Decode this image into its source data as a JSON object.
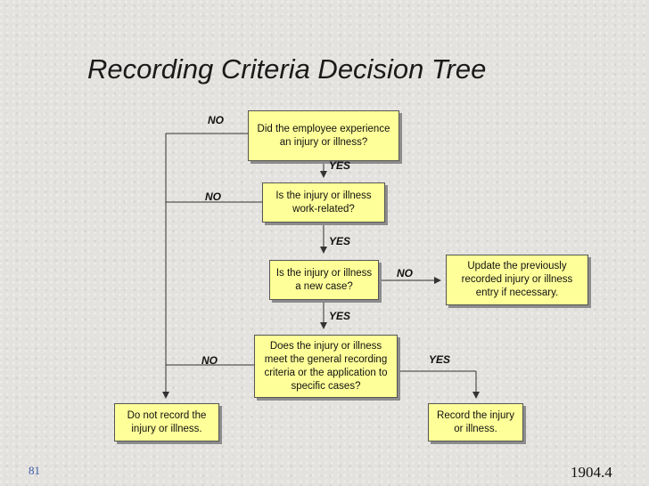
{
  "title": "Recording Criteria Decision Tree",
  "nodes": {
    "q1": "Did the employee experience an injury or illness?",
    "q2": "Is the injury or illness work-related?",
    "q3": "Is the injury or illness a new case?",
    "q4": "Does the injury or illness meet the general recording criteria or the application to specific cases?",
    "update": "Update the previously recorded injury or illness entry if necessary.",
    "no_record": "Do not record the injury or illness.",
    "record": "Record the injury or illness."
  },
  "labels": {
    "no1": "NO",
    "no2": "NO",
    "no3": "NO",
    "no4": "NO",
    "yes1": "YES",
    "yes2": "YES",
    "yes3": "YES",
    "yes4": "YES"
  },
  "footer": {
    "page_number": "81",
    "reference": "1904.4"
  }
}
